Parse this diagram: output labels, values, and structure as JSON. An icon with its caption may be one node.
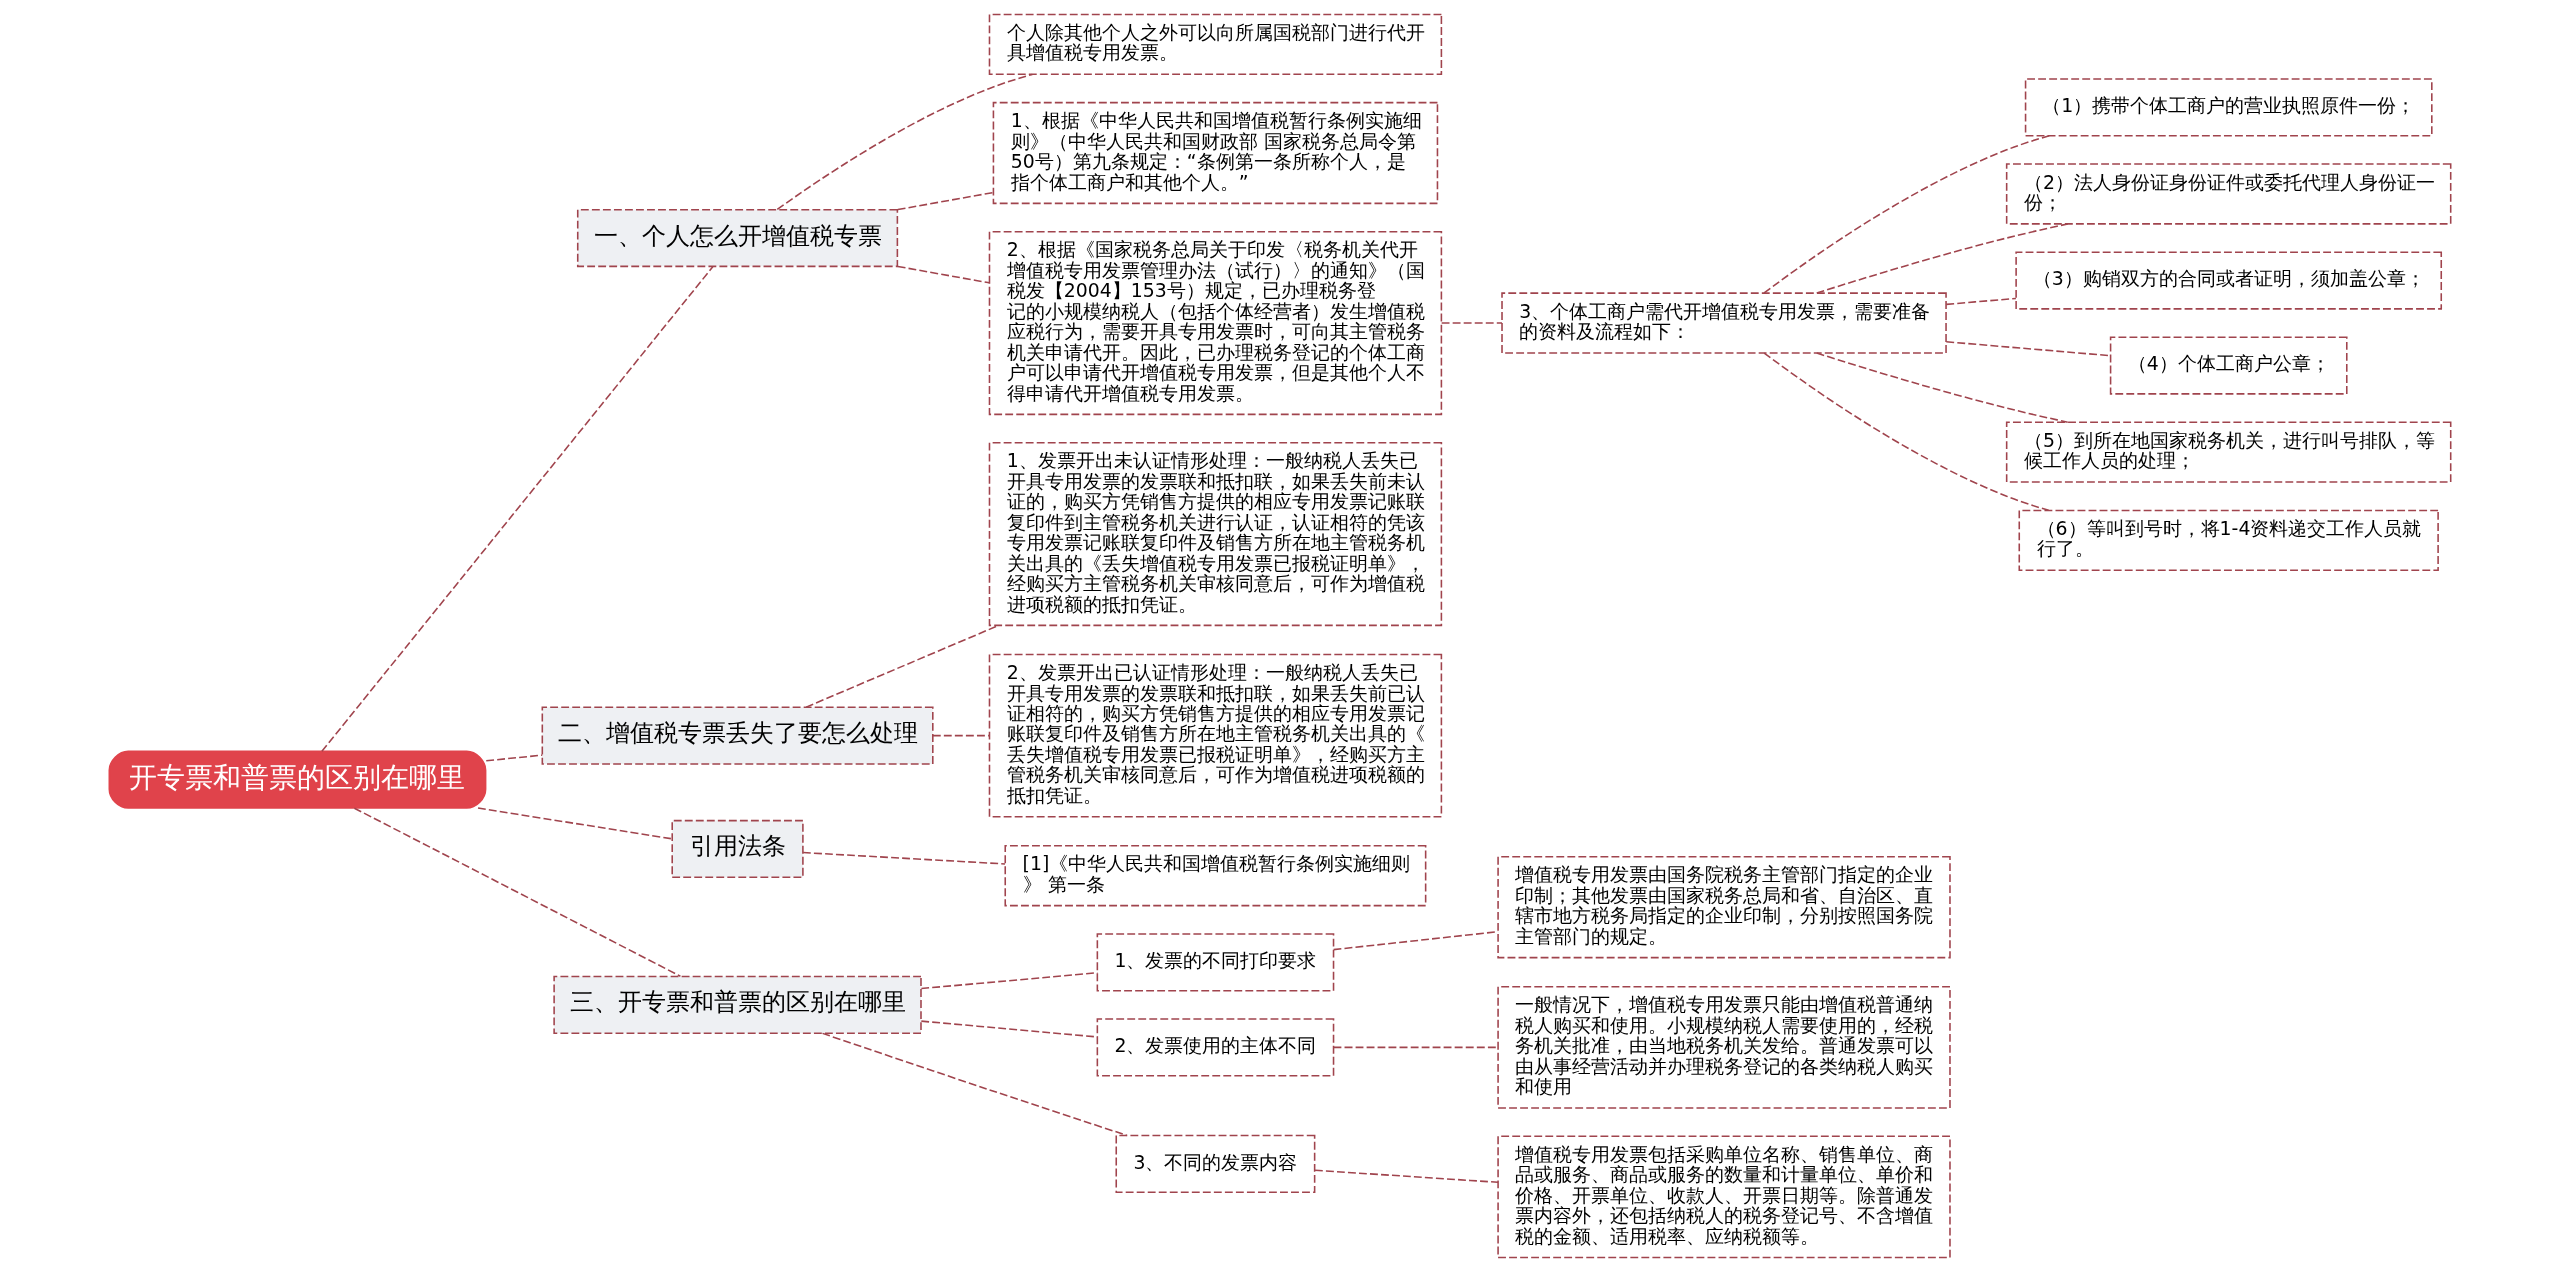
{
  "diagram": {
    "nodes": [
      {
        "text": [
          "开专票和普票的区别在哪里"
        ]
      },
      {
        "text": [
          "一、个人怎么开增值税专票"
        ]
      },
      {
        "text": [
          "个人除其他个人之外可以向所属国税部门进行代开具增值税专用发票。"
        ]
      },
      {
        "text": [
          "1、根据《中华人民共和国增值税暂行条例实施细则》（中华人民共和国财政部 国家税务总局令第50号）第九条规定：“条例第一条所称个人，是指个体工商户和其他个人。”"
        ]
      },
      {
        "text": [
          "2、根据《国家税务总局关于印发〈税务机关代开增值税专用发票管理办法（试行）〉的通知》（国税发【2004】153号）规定，已办理税务登记的小规模纳税人（包括个体经营者）发生增值税应税行为，需要开具专用发票时，可向其主管税务机关申请代开。因此，已办理税务登记的个体工商户可以申请代开增值税专用发票，但是其他个人不得申请代开增值税专用发票。"
        ]
      },
      {
        "text": [
          "3、个体工商户需代开增值税专用发票，需要准备的资料及流程如下："
        ]
      },
      {
        "text": [
          "（1）携带个体工商户的营业执照原件一份；"
        ]
      },
      {
        "text": [
          "（2）法人身份证身份证件或委托代理人身份证一份；"
        ]
      },
      {
        "text": [
          "（3）购销双方的合同或者证明，须加盖公章；"
        ]
      },
      {
        "text": [
          "（4）个体工商户公章；"
        ]
      },
      {
        "text": [
          "（5）到所在地国家税务机关，进行叫号排队，等候工作人员的处理；"
        ]
      },
      {
        "text": [
          "（6）等叫到号时，将1-4资料递交工作人员就行了。"
        ]
      },
      {
        "text": [
          "二、增值税专票丢失了要怎么处理"
        ]
      },
      {
        "text": [
          "1、发票开出未认证情形处理：一般纳税人丢失已开具专用发票的发票联和抵扣联，如果丢失前未认证的，购买方凭销售方提供的相应专用发票记账联复印件到主管税务机关进行认证，认证相符的凭该专用发票记账联复印件及销售方所在地主管税务机关出具的《丢失增值税专用发票已报税证明单》，经购买方主管税务机关审核同意后，可作为增值税进项税额的抵扣凭证。"
        ]
      },
      {
        "text": [
          "2、发票开出已认证情形处理：一般纳税人丢失已开具专用发票的发票联和抵扣联，如果丢失前已认证相符的，购买方凭销售方提供的相应专用发票记账联复印件及销售方所在地主管税务机关出具的《丢失增值税专用发票已报税证明单》，经购买方主管税务机关审核同意后，可作为增值税进项税额的抵扣凭证。"
        ]
      },
      {
        "text": [
          "引用法条"
        ]
      },
      {
        "text": [
          "[1]《中华人民共和国增值税暂行条例实施细则》 第一条"
        ]
      },
      {
        "text": [
          "三、开专票和普票的区别在哪里"
        ]
      },
      {
        "text": [
          "1、发票的不同打印要求"
        ]
      },
      {
        "text": [
          "增值税专用发票由国务院税务主管部门指定的企业印制；其他发票由国家税务总局和省、自治区、直辖市地方税务局指定的企业印制，分别按照国务院主管部门的规定。"
        ]
      },
      {
        "text": [
          "2、发票使用的主体不同"
        ]
      },
      {
        "text": [
          "一般情况下，增值税专用发票只能由增值税普通纳税人购买和使用。小规模纳税人需要使用的，经税务机关批准，由当地税务机关发给。普通发票可以由从事经营活动并办理税务登记的各类纳税人购买和使用"
        ]
      },
      {
        "text": [
          "3、不同的发票内容"
        ]
      },
      {
        "text": [
          "增值税专用发票包括采购单位名称、销售单位、商品或服务、商品或服务的数量和计量单位、单价和价格、开票单位、收款人、开票日期等。除普通发票内容外，还包括纳税人的税务登记号、不含增值税的金额、适用税率、应纳税额等。"
        ]
      }
    ],
    "edges": [
      {
        "from": 0,
        "to": 1,
        "arrow": "none"
      },
      {
        "from": 1,
        "to": 2,
        "arrow": "none"
      },
      {
        "from": 1,
        "to": 3,
        "arrow": "none"
      },
      {
        "from": 1,
        "to": 4,
        "arrow": "none"
      },
      {
        "from": 4,
        "to": 5,
        "arrow": "none"
      },
      {
        "from": 5,
        "to": 6,
        "arrow": "none"
      },
      {
        "from": 5,
        "to": 7,
        "arrow": "none"
      },
      {
        "from": 5,
        "to": 8,
        "arrow": "none"
      },
      {
        "from": 5,
        "to": 9,
        "arrow": "none"
      },
      {
        "from": 5,
        "to": 10,
        "arrow": "none"
      },
      {
        "from": 5,
        "to": 11,
        "arrow": "none"
      },
      {
        "from": 0,
        "to": 12,
        "arrow": "none"
      },
      {
        "from": 12,
        "to": 13,
        "arrow": "none"
      },
      {
        "from": 12,
        "to": 14,
        "arrow": "none"
      },
      {
        "from": 0,
        "to": 15,
        "arrow": "none"
      },
      {
        "from": 15,
        "to": 16,
        "arrow": "none"
      },
      {
        "from": 0,
        "to": 17,
        "arrow": "none"
      },
      {
        "from": 17,
        "to": 18,
        "arrow": "none"
      },
      {
        "from": 18,
        "to": 19,
        "arrow": "none"
      },
      {
        "from": 17,
        "to": 20,
        "arrow": "none"
      },
      {
        "from": 20,
        "to": 21,
        "arrow": "none"
      },
      {
        "from": 17,
        "to": 22,
        "arrow": "none"
      },
      {
        "from": 22,
        "to": 23,
        "arrow": "none"
      }
    ]
  }
}
